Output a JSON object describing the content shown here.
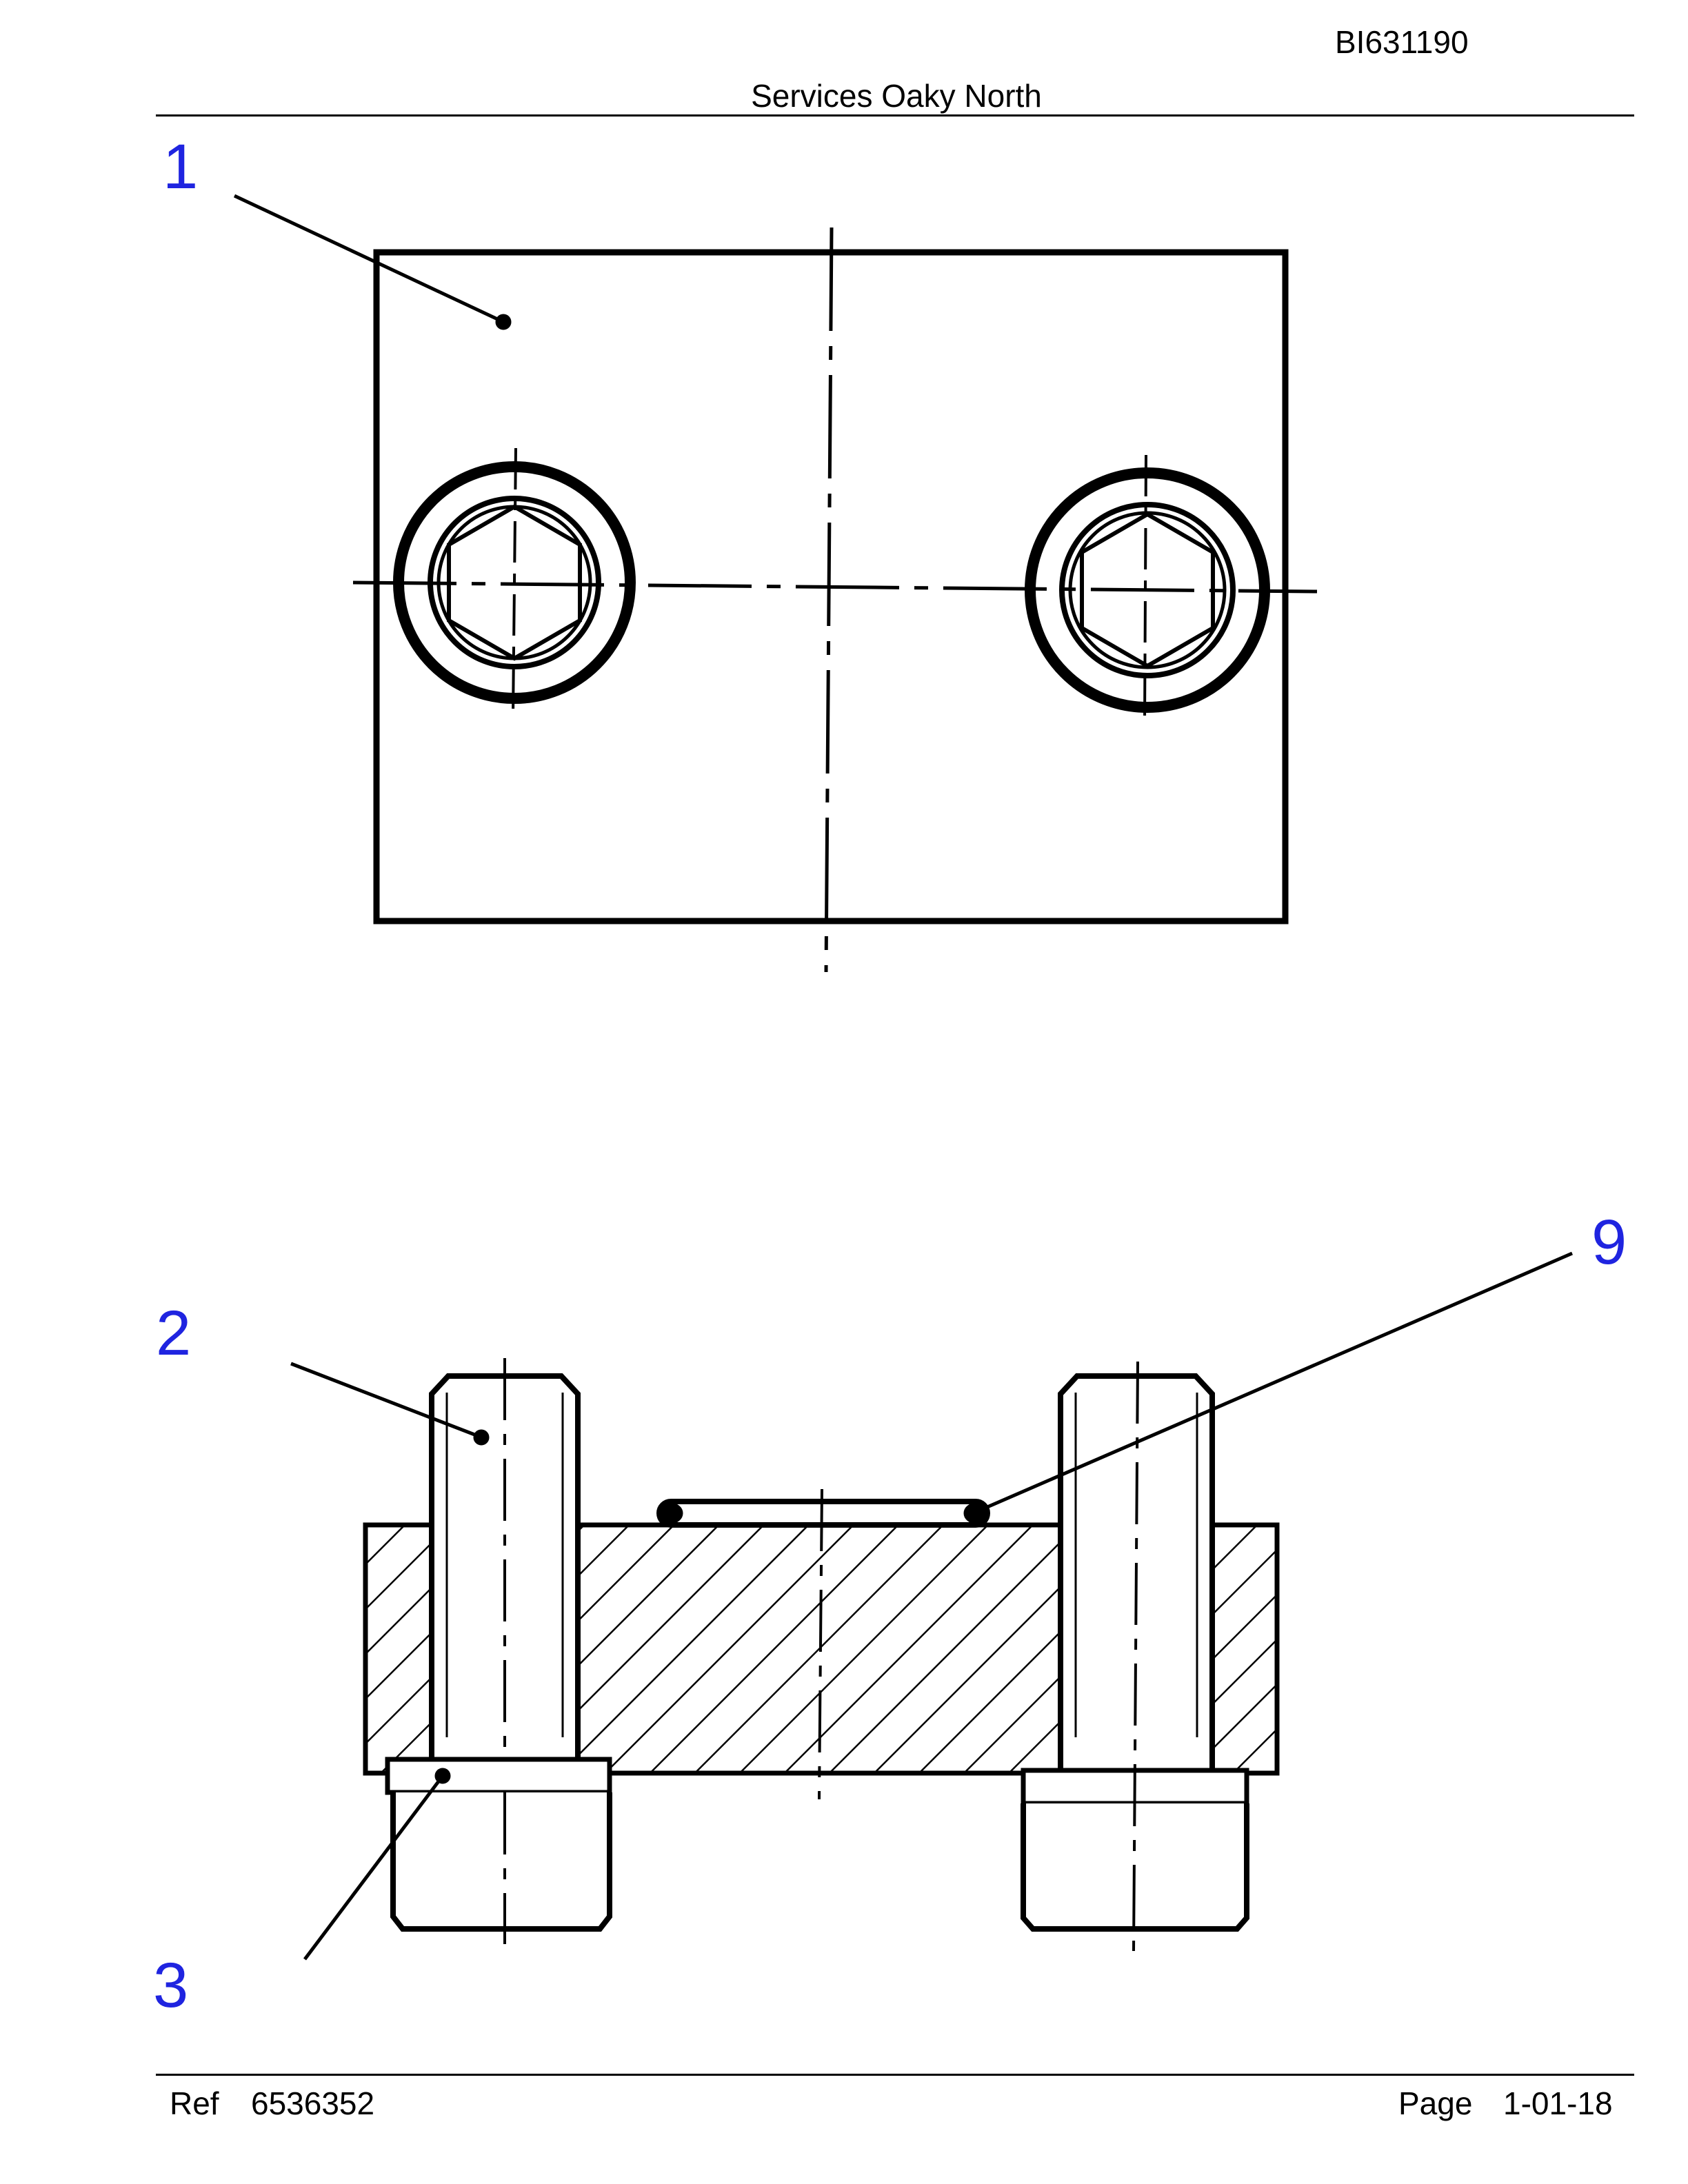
{
  "header": {
    "doc_id": "BI631190",
    "title": "Services Oaky North"
  },
  "footer": {
    "ref_label": "Ref",
    "ref_value": "6536352",
    "page_label": "Page",
    "page_value": "1-01-18"
  },
  "callouts": [
    {
      "id": "1"
    },
    {
      "id": "2"
    },
    {
      "id": "3"
    },
    {
      "id": "9"
    }
  ],
  "colors": {
    "callout": "#1f24e0",
    "line": "#000000"
  }
}
